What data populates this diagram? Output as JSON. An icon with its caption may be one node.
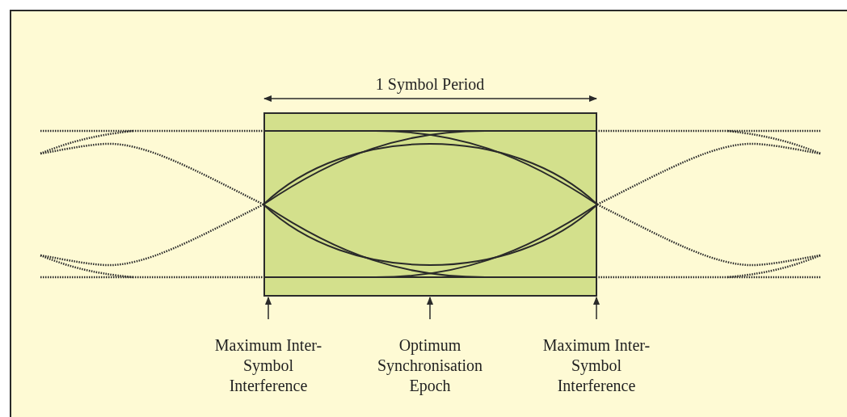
{
  "diagram": {
    "nodes": [
      {
        "text": [],
        "shape": "box"
      },
      {
        "text": [
          "Maximum Inter-Symbol Interference"
        ]
      },
      {
        "text": [
          "Optimum Synchronisation Epoch"
        ]
      },
      {
        "text": [
          "Maximum Inter-Symbol Interference"
        ]
      }
    ],
    "edges": [
      {
        "from": 1,
        "to": 0,
        "arrow": "to"
      },
      {
        "from": 2,
        "to": 0,
        "arrow": "to"
      },
      {
        "from": 3,
        "to": 0,
        "arrow": "to"
      }
    ],
    "labels": [
      "1 Symbol Period"
    ]
  }
}
